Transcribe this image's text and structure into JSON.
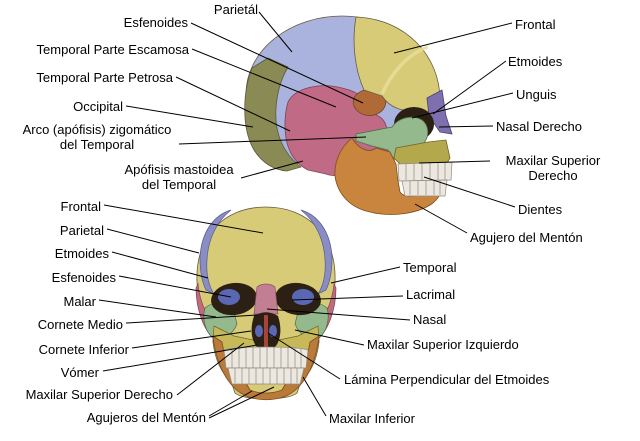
{
  "diagram": {
    "subject": "Huesos del cráneo (vista lateral y vista anterior)",
    "background": "#ffffff"
  },
  "colors": {
    "leader_line": "#000000",
    "outline": "#6b5a40",
    "parietal_lateral": "#a9b3de",
    "frontal_bone": "#d7cb77",
    "temporal_pink": "#c06a86",
    "occipital_olive": "#8a8a55",
    "sphenoid_orange": "#b06a38",
    "zygomatic_green": "#93b98d",
    "nasal_purple": "#7e6fae",
    "maxilla_yellow": "#b3a84b",
    "mandible_orange": "#c9853e",
    "teeth_white": "#ece8df",
    "tooth_line": "#8f8b80",
    "orbit_dark": "#2b2013",
    "sphenoid_blue": "#5a68b4",
    "parietal_front": "#8a8cc4",
    "temporal_front": "#bf6b7d",
    "nasal_pink": "#c27f93",
    "vomer_red": "#a84438",
    "maxilla_front": "#c7b95a",
    "mandible_front": "#b97a3a",
    "highlight": "#e9df9b"
  },
  "labels": [
    {
      "id": "parietal-lateral",
      "text": "Parietál"
    },
    {
      "id": "esfenoides-lateral",
      "text": "Esfenoides"
    },
    {
      "id": "temporal-parte-escamosa",
      "text": "Temporal Parte Escamosa"
    },
    {
      "id": "temporal-parte-petrosa",
      "text": "Temporal Parte Petrosa"
    },
    {
      "id": "occipital",
      "text": "Occipital"
    },
    {
      "id": "arco-zigomatico",
      "text": "Arco (apófisis) zigomático\ndel Temporal"
    },
    {
      "id": "apofisis-mastoidea",
      "text": "Apófisis mastoidea\ndel Temporal"
    },
    {
      "id": "frontal-lateral",
      "text": "Frontal"
    },
    {
      "id": "etmoides-lateral",
      "text": "Etmoides"
    },
    {
      "id": "unguis",
      "text": "Unguis"
    },
    {
      "id": "nasal-derecho",
      "text": "Nasal Derecho"
    },
    {
      "id": "maxilar-superior-derecho-lateral",
      "text": "Maxilar Superior\nDerecho"
    },
    {
      "id": "dientes",
      "text": "Dientes"
    },
    {
      "id": "agujero-del-menton",
      "text": "Agujero del Mentón"
    },
    {
      "id": "frontal-anterior",
      "text": "Frontal"
    },
    {
      "id": "parietal-anterior",
      "text": "Parietal"
    },
    {
      "id": "etmoides-anterior",
      "text": "Etmoides"
    },
    {
      "id": "esfenoides-anterior",
      "text": "Esfenoides"
    },
    {
      "id": "malar",
      "text": "Malar"
    },
    {
      "id": "cornete-medio",
      "text": "Cornete Medio"
    },
    {
      "id": "cornete-inferior",
      "text": "Cornete Inferior"
    },
    {
      "id": "vomer",
      "text": "Vómer"
    },
    {
      "id": "maxilar-superior-derecho-anterior",
      "text": "Maxilar Superior Derecho"
    },
    {
      "id": "agujeros-del-menton",
      "text": "Agujeros del Mentón"
    },
    {
      "id": "temporal-anterior",
      "text": "Temporal"
    },
    {
      "id": "lacrimal",
      "text": "Lacrimal"
    },
    {
      "id": "nasal-anterior",
      "text": "Nasal"
    },
    {
      "id": "maxilar-superior-izquierdo",
      "text": "Maxilar Superior Izquierdo"
    },
    {
      "id": "lamina-perpendicular-etmoides",
      "text": "Lámina Perpendicular del Etmoides"
    },
    {
      "id": "maxilar-inferior",
      "text": "Maxilar Inferior"
    }
  ]
}
